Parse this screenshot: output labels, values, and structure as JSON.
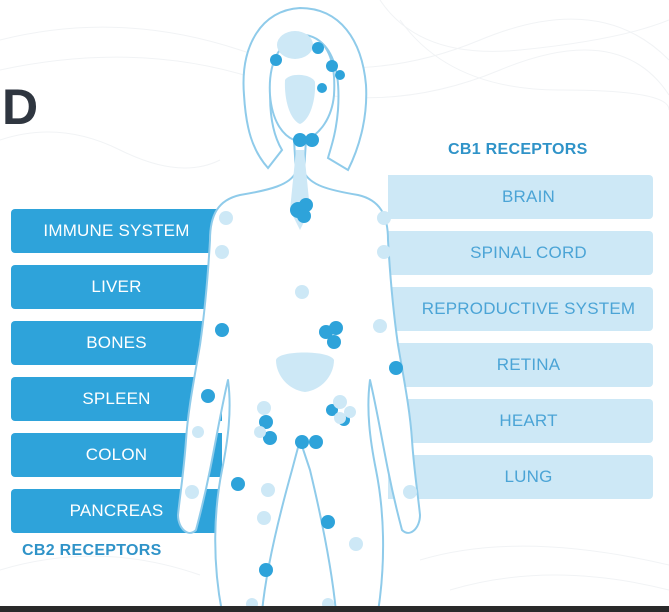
{
  "panel_letter": "D",
  "cb1": {
    "title": "CB1 RECEPTORS",
    "items": [
      "BRAIN",
      "SPINAL CORD",
      "REPRODUCTIVE SYSTEM",
      "RETINA",
      "HEART",
      "LUNG"
    ]
  },
  "cb2": {
    "title": "CB2 RECEPTORS",
    "items": [
      "IMMUNE SYSTEM",
      "LIVER",
      "BONES",
      "SPLEEN",
      "COLON",
      "PANCREAS"
    ]
  },
  "colors": {
    "cb2_bar": "#2ea3da",
    "cb1_bar": "#cde8f6",
    "dot_dark": "#2ea3da",
    "dot_light": "#cde8f6",
    "outline": "#8fcbea"
  }
}
